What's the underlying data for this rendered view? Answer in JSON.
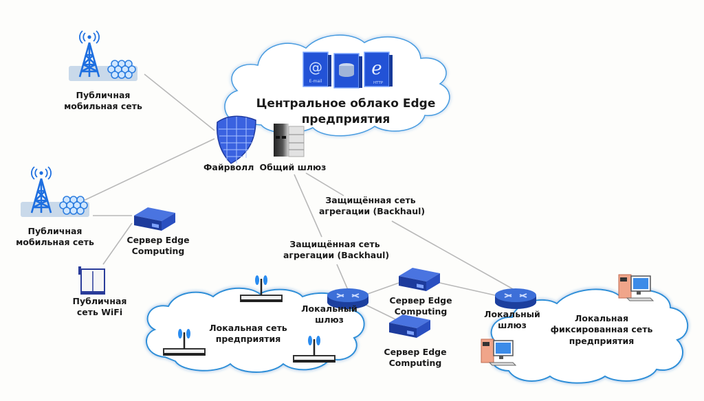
{
  "colors": {
    "accent": "#1f4fbf",
    "cloud_stroke": "#2e8fd8",
    "link_line": "#b8b8b8",
    "background": "#fdfdfb",
    "text": "#1a1a1a"
  },
  "central_cloud": {
    "title_line1": "Центральное облако Edge",
    "title_line2": "предприятия",
    "app_icons": [
      {
        "icon": "email-icon",
        "caption": "E-mail"
      },
      {
        "icon": "database-icon",
        "caption": ""
      },
      {
        "icon": "browser-icon",
        "caption": "HTTP"
      }
    ]
  },
  "firewall": {
    "label": "Файрволл",
    "icon": "firewall-icon"
  },
  "common_gateway": {
    "label": "Общий шлюз",
    "icon": "server-rack-icon"
  },
  "mobile_net_top": {
    "line1": "Публичная",
    "line2": "мобильная сеть",
    "icon": "cell-tower-icon"
  },
  "mobile_net_mid": {
    "line1": "Публичная",
    "line2": "мобильная сеть",
    "icon": "cell-tower-icon"
  },
  "edge_server_left": {
    "line1": "Сервер Edge",
    "line2": "Computing",
    "icon": "edge-server-icon"
  },
  "wifi_public": {
    "line1": "Публичная",
    "line2": "сеть WiFi",
    "icon": "wifi-access-point-icon"
  },
  "backhaul_right": {
    "line1": "Защищённая сеть",
    "line2": "агрегации (Backhaul)"
  },
  "backhaul_left": {
    "line1": "Защищённая сеть",
    "line2": "агрегации (Backhaul)"
  },
  "local_gateway_1": {
    "line1": "Локальный",
    "line2": "шлюз",
    "icon": "router-icon"
  },
  "local_gateway_2": {
    "line1": "Локальный",
    "line2": "шлюз",
    "icon": "router-icon"
  },
  "edge_server_mid_top": {
    "line1": "Сервер Edge",
    "line2": "Computing",
    "icon": "edge-server-icon"
  },
  "edge_server_mid_bottom": {
    "line1": "Сервер Edge",
    "line2": "Computing",
    "icon": "edge-server-icon"
  },
  "local_lan_cloud": {
    "line1": "Локальная сеть",
    "line2": "предприятия",
    "icon": "wireless-router-icon"
  },
  "local_fixed_cloud": {
    "line1": "Локальная",
    "line2": "фиксированная сеть",
    "line3": "предприятия",
    "icon": "desktop-pc-icon"
  }
}
